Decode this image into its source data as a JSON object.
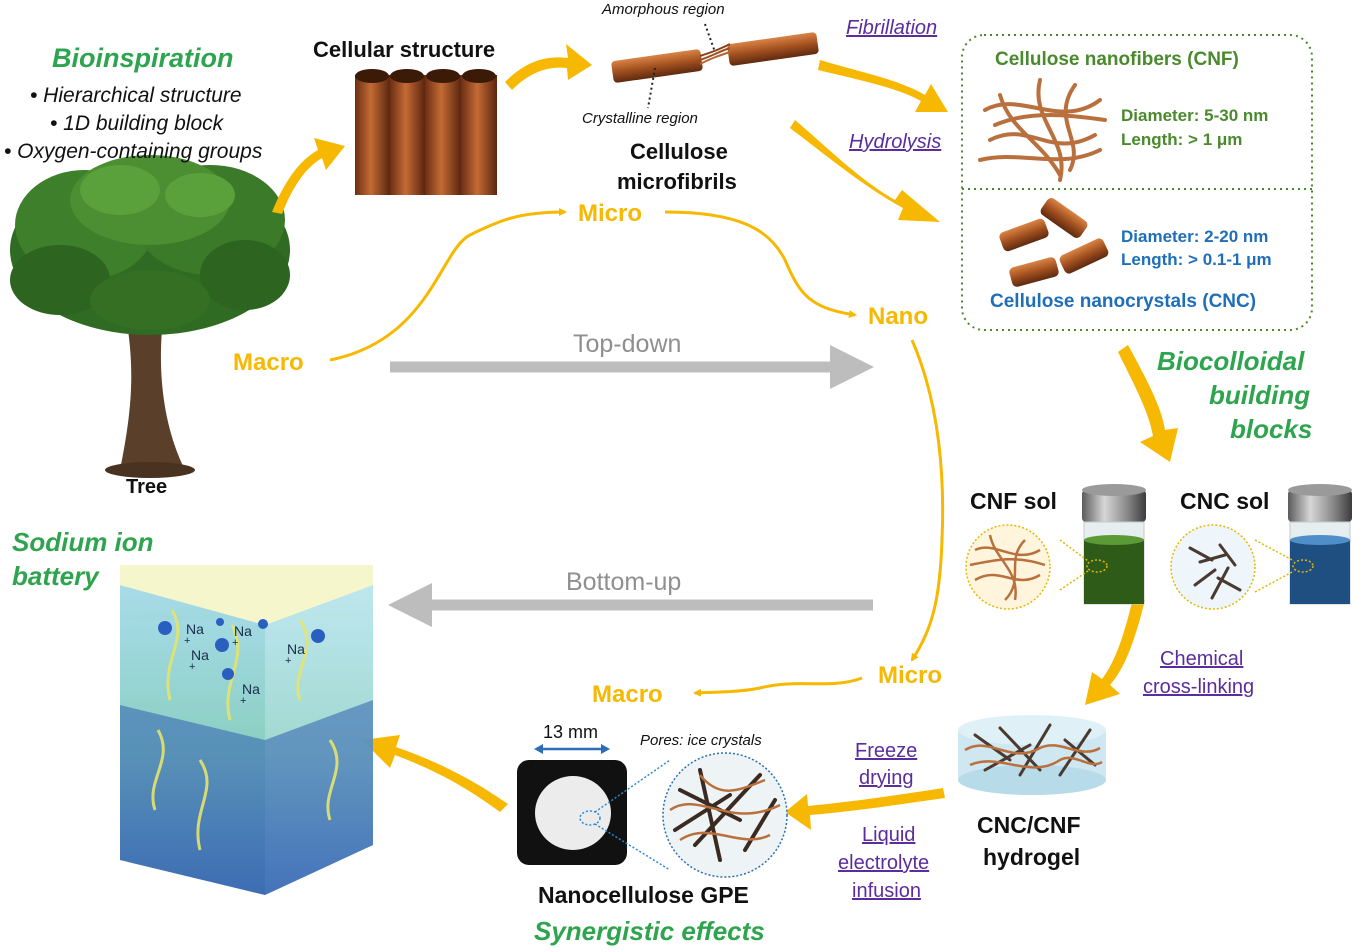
{
  "bioinspiration": {
    "title": "Bioinspiration",
    "bullets": [
      "• Hierarchical structure",
      "• 1D building block",
      "• Oxygen-containing groups"
    ]
  },
  "tree_label": "Tree",
  "cellular_structure_label": "Cellular structure",
  "microfibril": {
    "amorphous": "Amorphous region",
    "crystalline": "Crystalline region",
    "label_line1": "Cellulose",
    "label_line2": "microfibrils"
  },
  "processes": {
    "fibrillation": "Fibrillation",
    "hydrolysis": "Hydrolysis",
    "chemical_line1": "Chemical",
    "chemical_line2": "cross-linking",
    "freeze_line1": "Freeze",
    "freeze_line2": "drying",
    "liquid_line1": "Liquid",
    "liquid_line2": "electrolyte",
    "liquid_line3": "infusion"
  },
  "cnf": {
    "title": "Cellulose nanofibers (CNF)",
    "diameter": "Diameter: 5-30 nm",
    "length": "Length: > 1 μm"
  },
  "cnc": {
    "title": "Cellulose nanocrystals (CNC)",
    "diameter": "Diameter: 2-20 nm",
    "length": "Length: > 0.1-1 μm"
  },
  "scales": {
    "macro_top": "Macro",
    "micro_top": "Micro",
    "nano": "Nano",
    "micro_bottom": "Micro",
    "macro_bottom": "Macro",
    "top_down": "Top-down",
    "bottom_up": "Bottom-up"
  },
  "biocolloidal": {
    "line1": "Biocolloidal",
    "line2": "building",
    "line3": "blocks"
  },
  "sols": {
    "cnf_sol": "CNF sol",
    "cnc_sol": "CNC sol"
  },
  "hydrogel": {
    "line1": "CNC/CNF",
    "line2": "hydrogel"
  },
  "gpe": {
    "size": "13 mm",
    "pores": "Pores: ice crystals",
    "label": "Nanocellulose GPE",
    "effects": "Synergistic effects"
  },
  "battery": {
    "title_line1": "Sodium ion",
    "title_line2": "battery",
    "ion": "Na",
    "charge": "+"
  },
  "colors": {
    "arrow_yellow": "#f6b800",
    "green": "#2ea44f",
    "link_purple": "#5b2d9c",
    "cnc_blue": "#1f6fb8",
    "cnf_green": "#4a8a2d",
    "cellulose_brown": "#9c4f22",
    "grey_arrow": "#bdbdbd"
  }
}
